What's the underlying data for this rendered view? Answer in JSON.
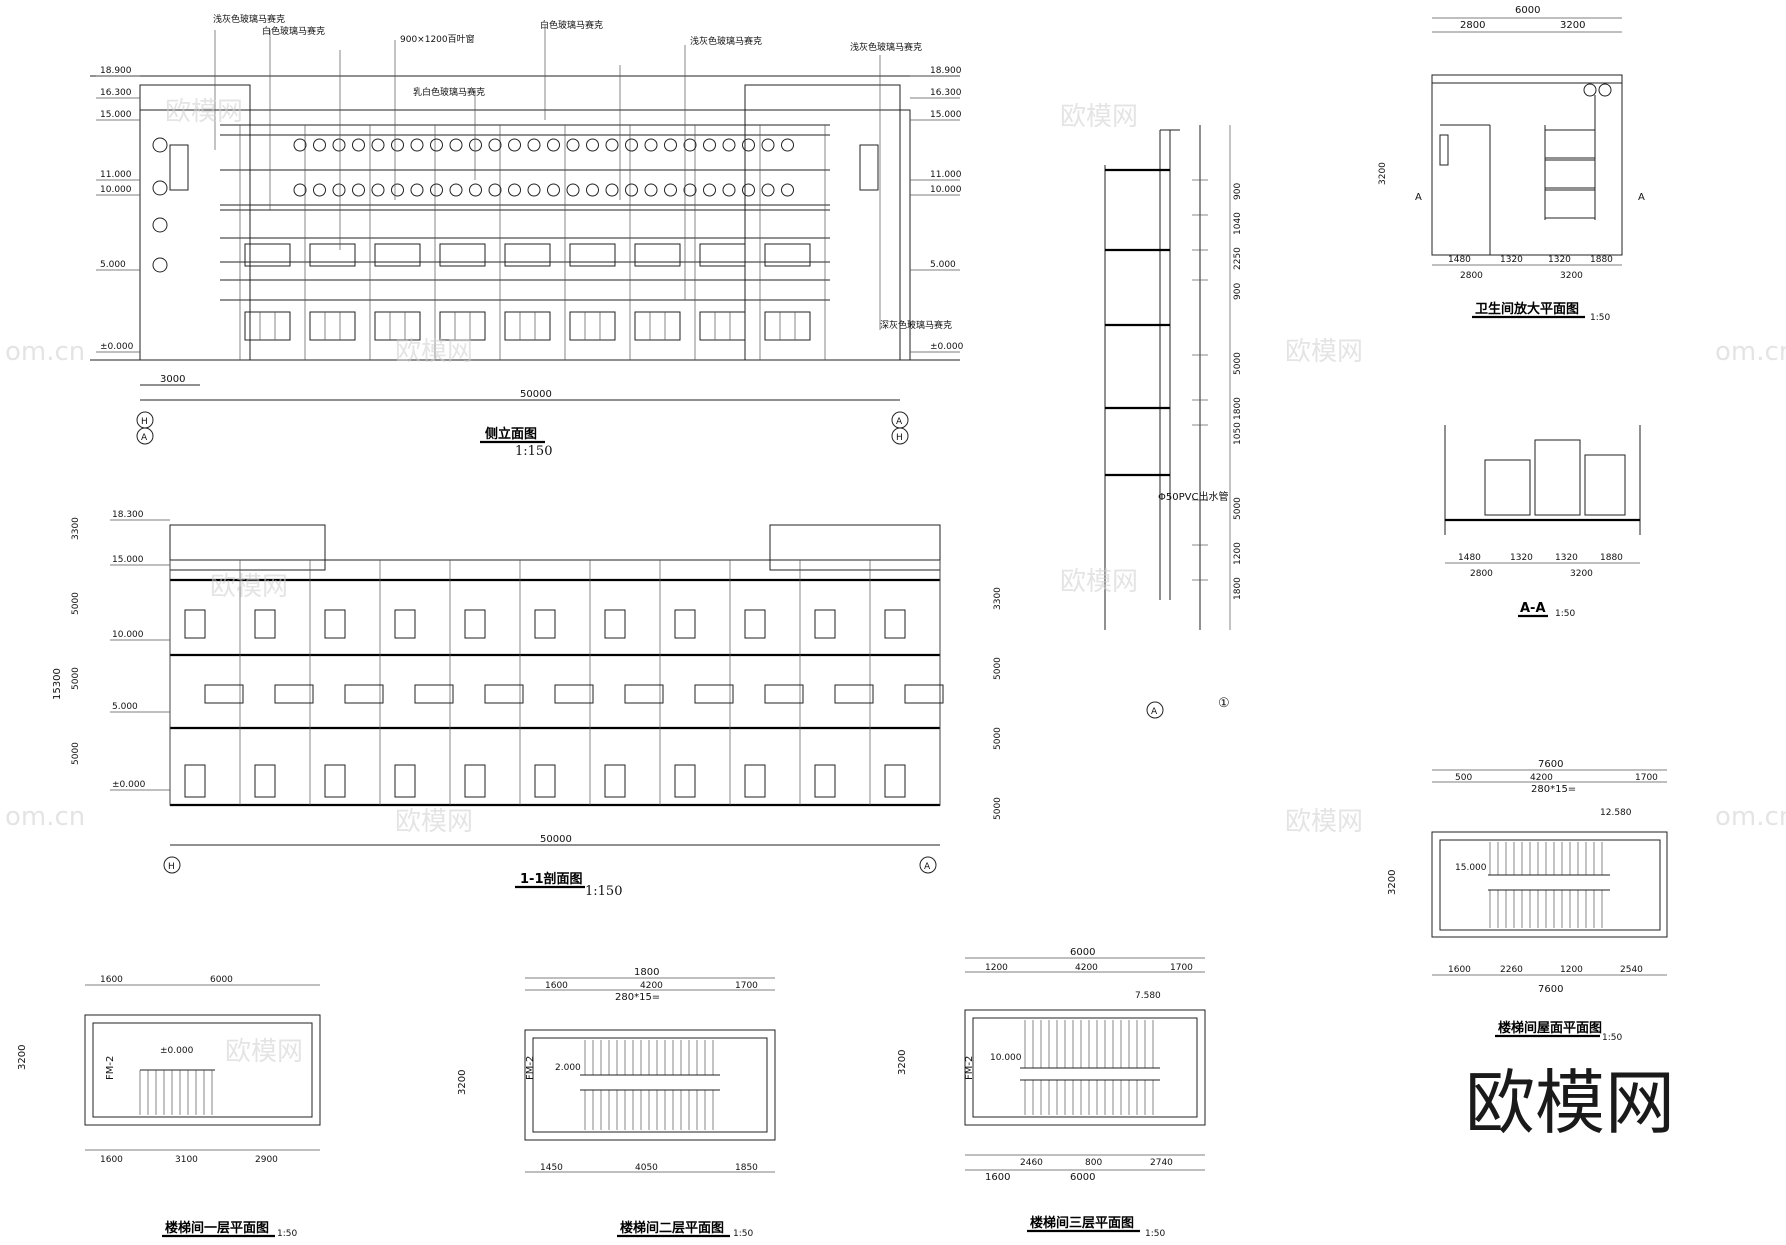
{
  "drawings": {
    "side_elevation": {
      "title": "侧立面图",
      "scale": "1:150",
      "total_dim": "50000",
      "first_bay_dim": "3000",
      "grid_left": "H",
      "grid_right": "A",
      "levels": [
        "18.900",
        "16.300",
        "15.000",
        "11.000",
        "10.000",
        "5.000",
        "±0.000"
      ],
      "notes": [
        "浅灰色玻璃马赛克",
        "白色玻璃马赛克",
        "900×1200百叶窗",
        "乳白色玻璃马赛克",
        "白色玻璃马赛克",
        "浅灰色玻璃马赛克",
        "浅灰色玻璃马赛克",
        "深灰色玻璃马赛克"
      ]
    },
    "section_1_1": {
      "title": "1-1剖面图",
      "scale": "1:150",
      "total_dim": "50000",
      "height_dim": "15300",
      "grid_left": "H",
      "grid_right": "A",
      "levels": [
        "18.300",
        "15.000",
        "10.000",
        "5.000",
        "±0.000"
      ]
    },
    "wall_detail": {
      "grid": "A",
      "label": "①",
      "note": "Φ50PVC出水管",
      "dims": [
        "900",
        "1040",
        "2250",
        "900",
        "5000",
        "1800",
        "1050",
        "5000",
        "1200",
        "1800"
      ]
    },
    "toilet_plan": {
      "title": "卫生间放大平面图",
      "scale": "1:50",
      "overall": "6000",
      "top_dims": [
        "2800",
        "3200"
      ],
      "bottom_dims": [
        "1480",
        "1320",
        "1320",
        "1880"
      ],
      "bottom_totals": [
        "2800",
        "3200"
      ],
      "height": "3200",
      "section_mark": "A"
    },
    "section_a_a": {
      "title": "A-A",
      "scale": "1:50",
      "bottom_dims": [
        "1480",
        "1320",
        "1320",
        "1880"
      ],
      "bottom_totals": [
        "2800",
        "3200"
      ]
    },
    "stair_roof_plan": {
      "title": "楼梯间屋面平面图",
      "scale": "1:50",
      "top_overall": "7600",
      "top_dims": [
        "500",
        "4200",
        "1700"
      ],
      "steps": "280*15=",
      "level_top": "12.580",
      "level_mid": "15.000",
      "bottom_dims": [
        "1600",
        "2260",
        "1200",
        "2540"
      ],
      "bottom_overall": "7600",
      "height": "3200"
    },
    "stair_plan_1": {
      "title": "楼梯间一层平面图",
      "scale": "1:50",
      "top_dims": [
        "1600",
        "6000"
      ],
      "bottom_dims": [
        "1600",
        "3100",
        "2900"
      ],
      "height": "3200",
      "door": "FM-2",
      "level": "±0.000"
    },
    "stair_plan_2": {
      "title": "楼梯间二层平面图",
      "scale": "1:50",
      "top_overall": "1800",
      "top_dims": [
        "1600",
        "4200",
        "1700"
      ],
      "steps": "280*15=",
      "bottom_dims": [
        "1450",
        "4050",
        "1850"
      ],
      "height": "3200",
      "door": "FM-2",
      "level": "2.000"
    },
    "stair_plan_3": {
      "title": "楼梯间三层平面图",
      "scale": "1:50",
      "top_overall": "6000",
      "top_dims": [
        "1200",
        "4200",
        "1700"
      ],
      "bottom_dims": [
        "2460",
        "800",
        "2740"
      ],
      "bottom_overall": "6000",
      "bottom_left": "1600",
      "height": "3200",
      "door": "FM-2",
      "level": "10.000",
      "level2": "7.580"
    }
  },
  "watermark": "欧模网",
  "watermark_url": "om.cn",
  "logo_text": "欧模网"
}
